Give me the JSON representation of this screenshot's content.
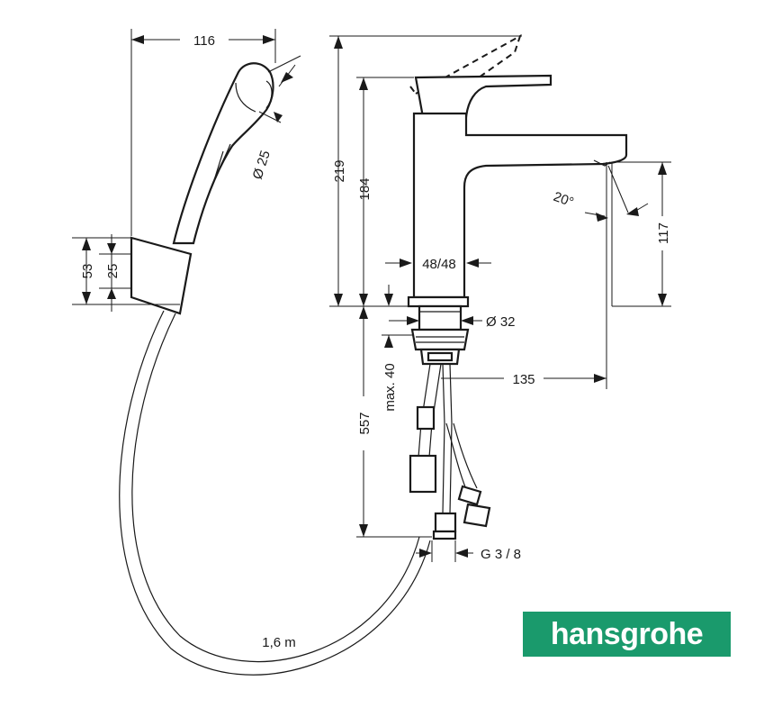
{
  "brand": {
    "name": "hansgrohe",
    "color": "#1a9a6c",
    "text_color": "#ffffff"
  },
  "dimensions": {
    "handshower_width": "116",
    "handshower_diameter": "Ø 25",
    "holder_height": "53",
    "holder_inner": "25",
    "total_height": "219",
    "spout_height": "184",
    "base_width": "48/48",
    "shank_diameter": "Ø 32",
    "angle": "20°",
    "outlet_height": "117",
    "spout_reach": "135",
    "max_thickness": "max. 40",
    "hose_length_supply": "557",
    "thread": "G 3 / 8",
    "hose_length": "1,6 m"
  },
  "colors": {
    "line": "#1a1a1a",
    "background": "#ffffff"
  }
}
